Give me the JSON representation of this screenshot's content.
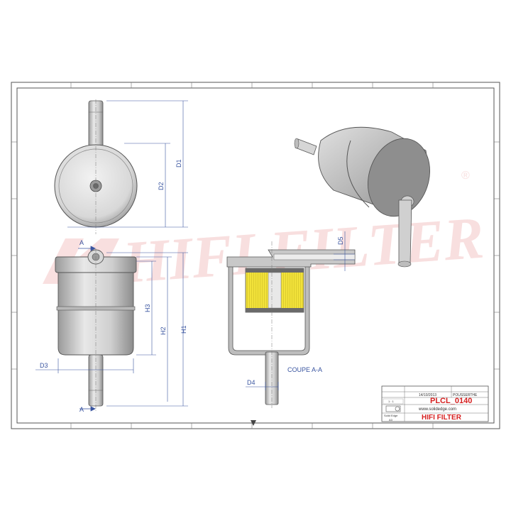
{
  "drawing": {
    "section_label": "COUPE A-A",
    "section_marker": "A",
    "dimensions": {
      "d1": "D1",
      "d2": "D2",
      "d3": "D3",
      "d4": "D4",
      "d5": "D5",
      "h1": "H1",
      "h2": "H2",
      "h3": "H3"
    },
    "watermark": "HIFI FILTER",
    "registered_mark": "®"
  },
  "title_block": {
    "date": "14/10/2013",
    "author": "POUSSERTHE",
    "part_number": "PLCL_0140",
    "website": "www.solidedge.com",
    "software": "Solid Edge",
    "scale": "1 : 1",
    "brand": "HIFI FILTER",
    "sheet_label": "A3"
  },
  "colors": {
    "body": "#cfcfcf",
    "body_dark": "#9a9a9a",
    "filter_yellow": "#f2e23a",
    "dimension_blue": "#3a55a0",
    "watermark_red": "#f4c6c6",
    "brand_red": "#d62020"
  }
}
